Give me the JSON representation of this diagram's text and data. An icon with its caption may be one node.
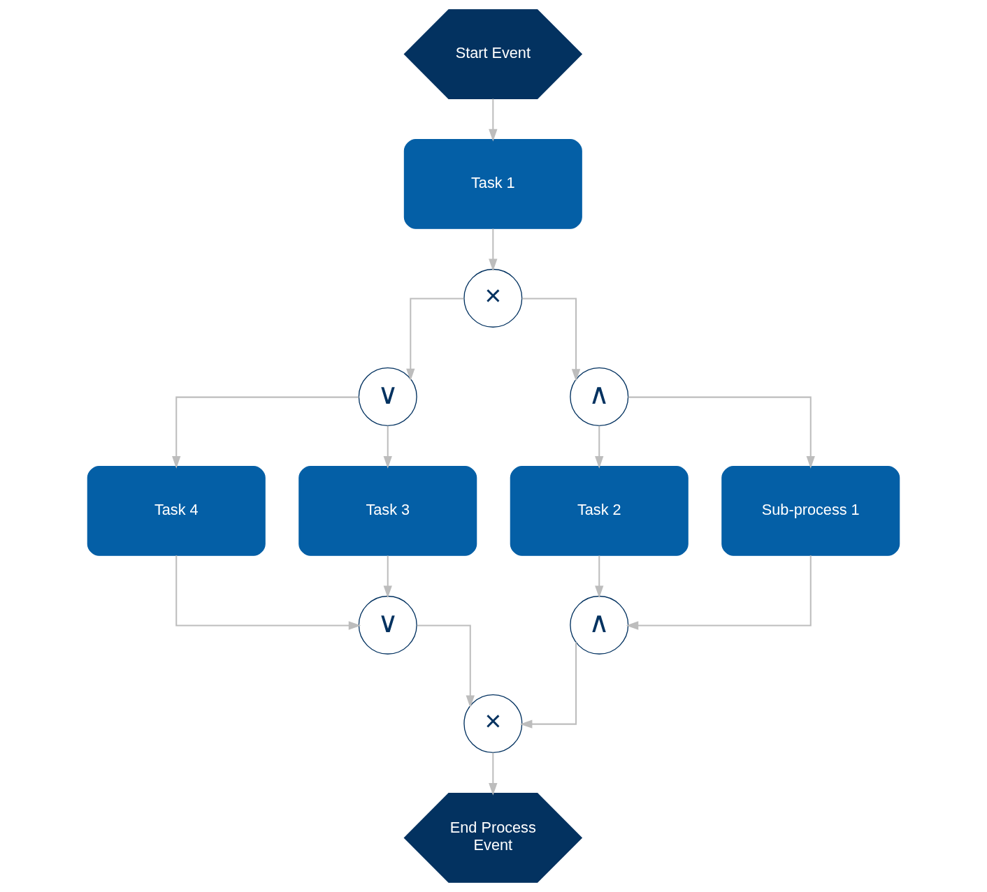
{
  "diagram": {
    "nodes": [
      {
        "text": [
          "Start Event"
        ]
      },
      {
        "text": [
          "Task 1"
        ]
      },
      {
        "text": [
          "×"
        ]
      },
      {
        "text": [
          "∨"
        ]
      },
      {
        "text": [
          "∧"
        ]
      },
      {
        "text": [
          "Task 4"
        ]
      },
      {
        "text": [
          "Task 3"
        ]
      },
      {
        "text": [
          "Task 2"
        ]
      },
      {
        "text": [
          "Sub-process 1"
        ]
      },
      {
        "text": [
          "∨"
        ]
      },
      {
        "text": [
          "∧"
        ]
      },
      {
        "text": [
          "×"
        ]
      },
      {
        "text": [
          "End Process Event"
        ]
      }
    ],
    "edges": [
      {
        "from": 0,
        "to": 1,
        "arrow": "to"
      },
      {
        "from": 1,
        "to": 2,
        "arrow": "to"
      },
      {
        "from": 2,
        "to": 3,
        "arrow": "to"
      },
      {
        "from": 2,
        "to": 4,
        "arrow": "to"
      },
      {
        "from": 3,
        "to": 5,
        "arrow": "to"
      },
      {
        "from": 3,
        "to": 6,
        "arrow": "to"
      },
      {
        "from": 4,
        "to": 7,
        "arrow": "to"
      },
      {
        "from": 4,
        "to": 8,
        "arrow": "to"
      },
      {
        "from": 5,
        "to": 9,
        "arrow": "to"
      },
      {
        "from": 6,
        "to": 9,
        "arrow": "to"
      },
      {
        "from": 7,
        "to": 10,
        "arrow": "to"
      },
      {
        "from": 8,
        "to": 10,
        "arrow": "to"
      },
      {
        "from": 9,
        "to": 11,
        "arrow": "to"
      },
      {
        "from": 10,
        "to": 11,
        "arrow": "to"
      },
      {
        "from": 11,
        "to": 12,
        "arrow": "to"
      }
    ]
  }
}
